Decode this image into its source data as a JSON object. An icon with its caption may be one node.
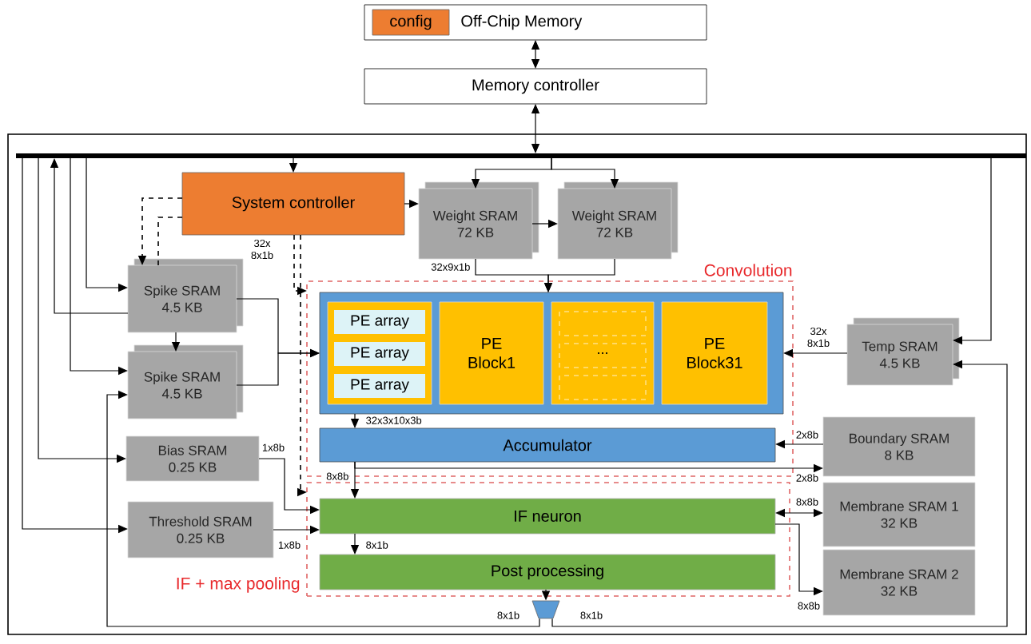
{
  "diagram": {
    "nodes": [
      {
        "text": [
          "Off-Chip Memory"
        ]
      },
      {
        "text": [
          "config"
        ],
        "in": 0
      },
      {
        "text": [
          "Memory controller"
        ]
      },
      {
        "text": [],
        "shape": "box"
      },
      {
        "text": [],
        "shape": "bar",
        "in": 3
      },
      {
        "text": [
          "System controller"
        ],
        "in": 3
      },
      {
        "text": [
          "Weight SRAM",
          "72 KB"
        ],
        "in": 3
      },
      {
        "text": [
          "Weight SRAM",
          "72 KB"
        ],
        "in": 3
      },
      {
        "text": [
          "Convolution"
        ],
        "in": 3
      },
      {
        "text": [],
        "shape": "box",
        "in": 8
      },
      {
        "text": [],
        "shape": "box",
        "in": 9
      },
      {
        "text": [
          "PE array"
        ],
        "in": 10
      },
      {
        "text": [
          "PE array"
        ],
        "in": 10
      },
      {
        "text": [
          "PE array"
        ],
        "in": 10
      },
      {
        "text": [
          "PE Block1"
        ],
        "in": 9
      },
      {
        "text": [
          "..."
        ],
        "in": 9
      },
      {
        "text": [
          "PE Block31"
        ],
        "in": 9
      },
      {
        "text": [
          "Accumulator"
        ],
        "in": 8
      },
      {
        "text": [
          "IF + max pooling"
        ],
        "in": 3
      },
      {
        "text": [
          "IF neuron"
        ],
        "in": 18
      },
      {
        "text": [
          "Post processing"
        ],
        "in": 18
      },
      {
        "text": [
          "Spike SRAM",
          "4.5 KB"
        ],
        "in": 3
      },
      {
        "text": [
          "Spike SRAM",
          "4.5 KB"
        ],
        "in": 3
      },
      {
        "text": [
          "Bias SRAM",
          "0.25 KB"
        ],
        "in": 3
      },
      {
        "text": [
          "Threshold SRAM",
          "0.25 KB"
        ],
        "in": 3
      },
      {
        "text": [
          "Temp SRAM",
          "4.5 KB"
        ],
        "in": 3
      },
      {
        "text": [
          "Boundary SRAM",
          "8 KB"
        ],
        "in": 3
      },
      {
        "text": [
          "Membrane SRAM 1",
          "32 KB"
        ],
        "in": 3
      },
      {
        "text": [
          "Membrane SRAM 2",
          "32 KB"
        ],
        "in": 3
      },
      {
        "text": [],
        "shape": "trapezoid",
        "in": 3
      }
    ],
    "edges": [
      {
        "from": 0,
        "to": 2,
        "arrow": "both"
      },
      {
        "from": 2,
        "to": 4,
        "arrow": "both"
      },
      {
        "from": 4,
        "to": 5,
        "arrow": "to"
      },
      {
        "from": 4,
        "to": 6,
        "arrow": "to"
      },
      {
        "from": 4,
        "to": 7,
        "arrow": "to"
      },
      {
        "from": 5,
        "to": 6,
        "arrow": "to"
      },
      {
        "from": 6,
        "to": 7,
        "arrow": "to"
      },
      {
        "from": 6,
        "to": 9,
        "arrow": "to",
        "label": "32x9x1b"
      },
      {
        "from": 7,
        "to": 9,
        "arrow": "to"
      },
      {
        "from": 5,
        "to": 21,
        "arrow": "to",
        "style": "dashed"
      },
      {
        "from": 21,
        "to": 5,
        "arrow": "none",
        "style": "dashed"
      },
      {
        "from": 5,
        "to": 8,
        "arrow": "to",
        "style": "dashed"
      },
      {
        "from": 5,
        "to": 18,
        "arrow": "to",
        "style": "dashed"
      },
      {
        "from": 21,
        "to": 9,
        "arrow": "to",
        "label": "32x 8x1b"
      },
      {
        "from": 22,
        "to": 9,
        "arrow": "to"
      },
      {
        "from": 21,
        "to": 22,
        "arrow": "to"
      },
      {
        "from": 4,
        "to": 21,
        "arrow": "to"
      },
      {
        "from": 4,
        "to": 22,
        "arrow": "to"
      },
      {
        "from": 4,
        "to": 23,
        "arrow": "to"
      },
      {
        "from": 4,
        "to": 24,
        "arrow": "to"
      },
      {
        "from": 21,
        "to": 4,
        "arrow": "to"
      },
      {
        "from": 25,
        "to": 9,
        "arrow": "to",
        "label": "32x 8x1b"
      },
      {
        "from": 4,
        "to": 25,
        "arrow": "to"
      },
      {
        "from": 23,
        "to": 19,
        "arrow": "to",
        "label": "1x8b"
      },
      {
        "from": 24,
        "to": 19,
        "arrow": "to",
        "label": "1x8b"
      },
      {
        "from": 9,
        "to": 17,
        "arrow": "to",
        "label": "32x3x10x3b"
      },
      {
        "from": 17,
        "to": 19,
        "arrow": "to",
        "label": "8x8b"
      },
      {
        "from": 26,
        "to": 17,
        "arrow": "to",
        "label": "2x8b"
      },
      {
        "from": 17,
        "to": 26,
        "arrow": "to",
        "label": "2x8b"
      },
      {
        "from": 19,
        "to": 27,
        "arrow": "both",
        "label": "8x8b"
      },
      {
        "from": 19,
        "to": 28,
        "arrow": "to",
        "label": "8x8b"
      },
      {
        "from": 19,
        "to": 20,
        "arrow": "to",
        "label": "8x1b"
      },
      {
        "from": 20,
        "to": 29,
        "arrow": "to"
      },
      {
        "from": 29,
        "to": 22,
        "arrow": "to",
        "label": "8x1b"
      },
      {
        "from": 29,
        "to": 25,
        "arrow": "to",
        "label": "8x1b"
      }
    ]
  }
}
